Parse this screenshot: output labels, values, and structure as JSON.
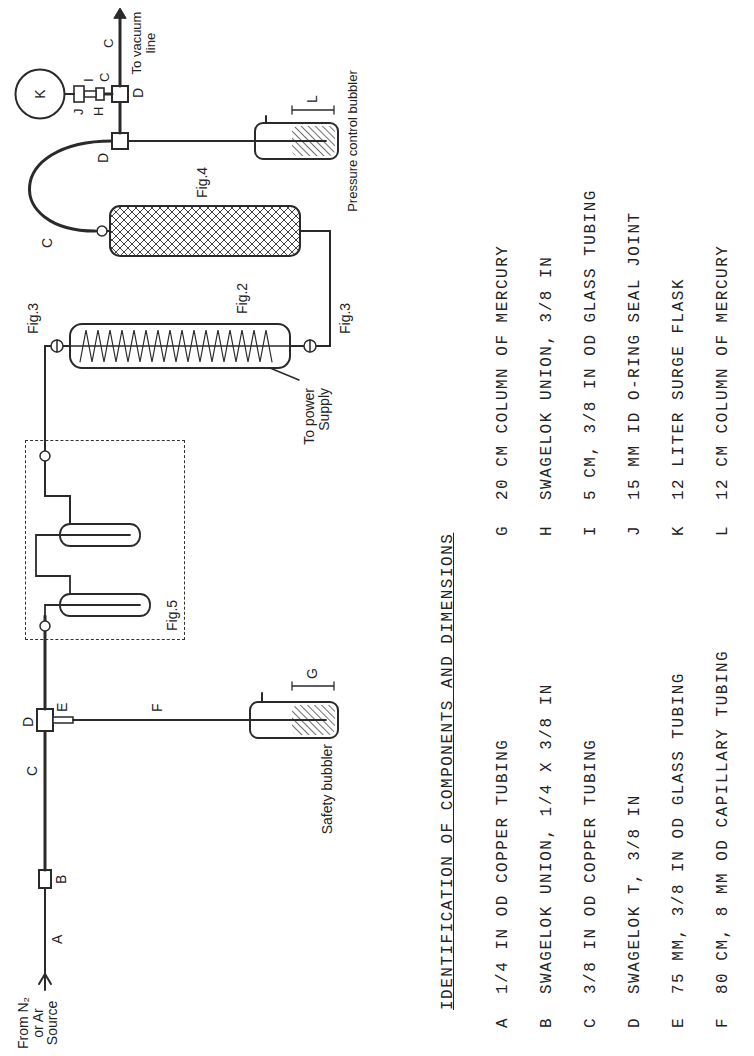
{
  "diagram": {
    "nodes": [
      {
        "text": [
          "Fig.5"
        ]
      },
      {
        "text": [
          "K"
        ]
      }
    ],
    "labels": [
      "From N₂ or Ar Source",
      "A",
      "B",
      "C",
      "D",
      "E",
      "F",
      "G",
      "Safety bubbler",
      "Fig.3",
      "Fig.2",
      "To power Supply",
      "Fig.3",
      "Fig.4",
      "C",
      "D",
      "D",
      "J",
      "H",
      "I",
      "C",
      "C",
      "To vacuum line",
      "Pressure control bubbler",
      "L",
      "IDENTIFICATION OF COMPONENTS AND DIMENSIONS",
      "A",
      "1/4 IN OD COPPER TUBING",
      "B",
      "SWAGELOK UNION, 1/4 X 3/8 IN",
      "C",
      "3/8 IN OD COPPER TUBING",
      "D",
      "SWAGELOK T, 3/8 IN",
      "E",
      "75 MM, 3/8 IN OD GLASS TUBING",
      "F",
      "80 CM, 8 MM OD CAPILLARY TUBING",
      "G",
      "20 CM COLUMN OF MERCURY",
      "H",
      "SWAGELOK UNION, 3/8 IN",
      "I",
      "5 CM, 3/8 IN OD GLASS TUBING",
      "J",
      "15 MM ID O-RING SEAL JOINT",
      "K",
      "12 LITER SURGE FLASK",
      "L",
      "12 CM COLUMN OF MERCURY"
    ]
  }
}
